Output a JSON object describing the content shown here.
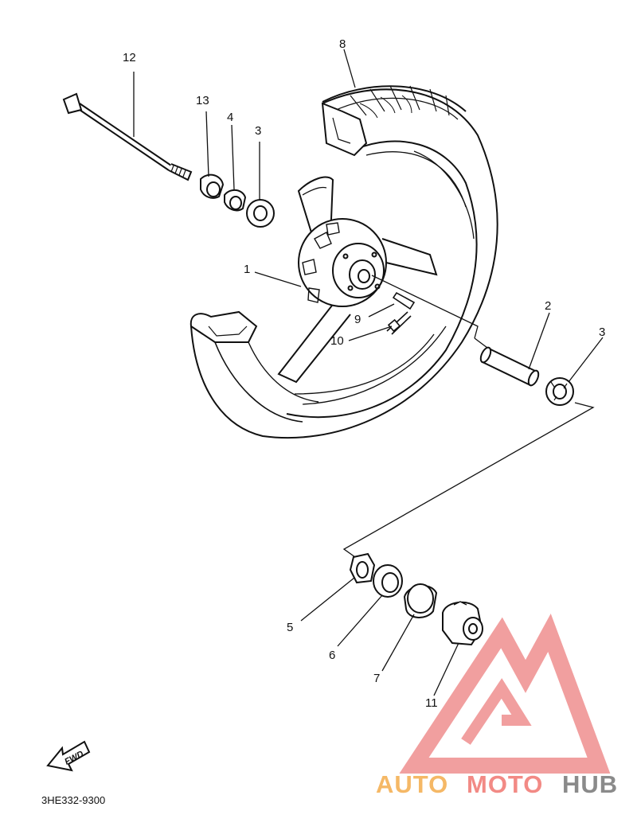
{
  "diagram": {
    "callouts": [
      "12",
      "13",
      "4",
      "3",
      "8",
      "1",
      "9",
      "10",
      "2",
      "3",
      "5",
      "6",
      "7",
      "11"
    ],
    "drawing_code": "3HE332-9300",
    "direction_label": "FWD"
  },
  "watermark": {
    "part_auto": "AUTO",
    "part_moto": "MOTO",
    "part_hub": "HUB",
    "colors": {
      "auto": "#f5b866",
      "moto": "#f28a85",
      "hub": "#8a8a8a",
      "logo": "#ef8f8f"
    }
  }
}
